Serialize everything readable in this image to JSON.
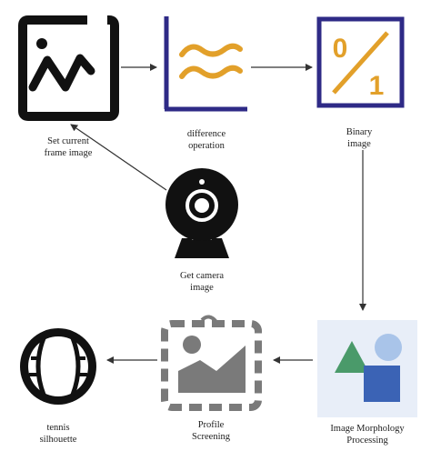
{
  "nodes": {
    "set_frame": {
      "lines": [
        "Set current",
        "frame image"
      ],
      "icon": "frame-image-icon"
    },
    "difference": {
      "lines": [
        "difference",
        "operation"
      ],
      "icon": "line-chart-icon"
    },
    "binary": {
      "lines": [
        "Binary",
        "image"
      ],
      "icon": "zero-one-fraction-icon",
      "glyph_top": "0",
      "glyph_bottom": "1"
    },
    "camera": {
      "lines": [
        "Get camera",
        "image"
      ],
      "icon": "webcam-icon"
    },
    "morphology": {
      "lines": [
        "Image Morphology",
        "Processing"
      ],
      "icon": "shapes-icon"
    },
    "profile": {
      "lines": [
        "Profile",
        "Screening"
      ],
      "icon": "dashed-image-selection-icon"
    },
    "tennis": {
      "lines": [
        "tennis",
        "silhouette"
      ],
      "icon": "tennis-ball-icon"
    }
  },
  "colors": {
    "black": "#111111",
    "navy": "#2e2a86",
    "orange": "#e2a02a",
    "morph_bg": "#e8eef8",
    "triangle": "#4a9a6a",
    "circle": "#a9c4e9",
    "square": "#3b63b5",
    "gray": "#7a7a7a",
    "arrow": "#333333"
  }
}
